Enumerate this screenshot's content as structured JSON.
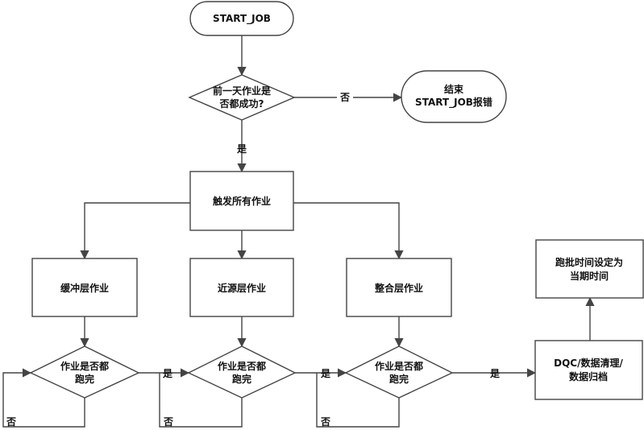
{
  "nodes": {
    "start": {
      "line1": "START_JOB"
    },
    "check_prev": {
      "line1": "前一天作业是",
      "line2": "否都成功?"
    },
    "end_error": {
      "line1": "结束",
      "line2": "START_JOB报错"
    },
    "trigger_all": {
      "line1": "触发所有作业"
    },
    "buffer_job": {
      "line1": "缓冲层作业"
    },
    "near_source_job": {
      "line1": "近源层作业"
    },
    "integration_job": {
      "line1": "整合层作业"
    },
    "check_buffer": {
      "line1": "作业是否都",
      "line2": "跑完"
    },
    "check_near": {
      "line1": "作业是否都",
      "line2": "跑完"
    },
    "check_integration": {
      "line1": "作业是否都",
      "line2": "跑完"
    },
    "dqc": {
      "line1": "DQC/数据清理/",
      "line2": "数据归档"
    },
    "set_time": {
      "line1": "跑批时间设定为",
      "line2": "当期时间"
    }
  },
  "edge_labels": {
    "no": "否",
    "yes": "是"
  }
}
